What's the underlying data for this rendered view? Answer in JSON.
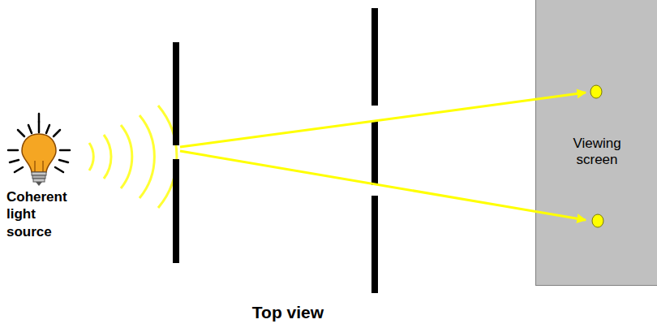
{
  "diagram": {
    "title": "Top view",
    "nodes": [
      {
        "text": [
          "Viewing screen"
        ]
      }
    ],
    "labels": [
      "Coherent light source"
    ]
  }
}
